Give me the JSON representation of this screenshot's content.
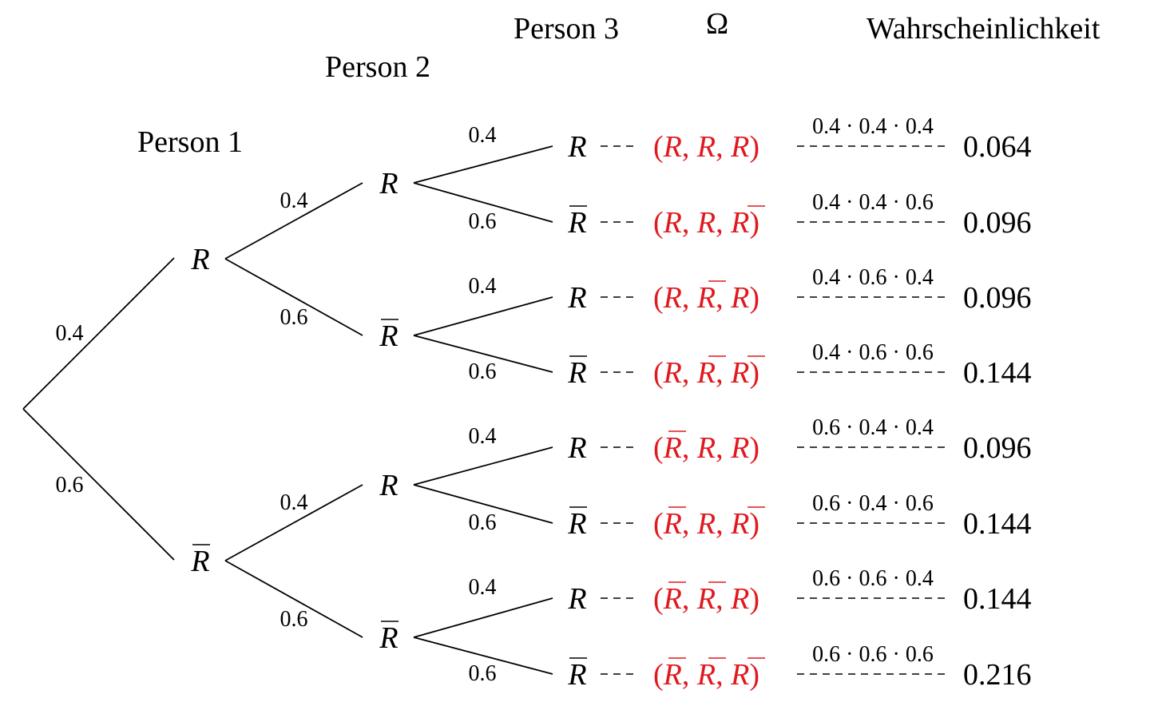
{
  "headers": {
    "person1": "Person 1",
    "person2": "Person 2",
    "person3": "Person 3",
    "omega": "Ω",
    "probability": "Wahrscheinlichkeit"
  },
  "node_symbol": "R",
  "level1": [
    {
      "label": "R",
      "bar": false,
      "edge_prob": "0.4"
    },
    {
      "label": "R",
      "bar": true,
      "edge_prob": "0.6"
    }
  ],
  "level2": [
    {
      "label": "R",
      "bar": false,
      "edge_prob": "0.4"
    },
    {
      "label": "R",
      "bar": true,
      "edge_prob": "0.6"
    },
    {
      "label": "R",
      "bar": false,
      "edge_prob": "0.4"
    },
    {
      "label": "R",
      "bar": true,
      "edge_prob": "0.6"
    }
  ],
  "leaves": [
    {
      "label": "R",
      "bar": false,
      "edge_prob": "0.4",
      "outcome": [
        false,
        false,
        false
      ],
      "calc": "0.4 · 0.4 · 0.4",
      "result": "0.064"
    },
    {
      "label": "R",
      "bar": true,
      "edge_prob": "0.6",
      "outcome": [
        false,
        false,
        true
      ],
      "calc": "0.4 · 0.4 · 0.6",
      "result": "0.096"
    },
    {
      "label": "R",
      "bar": false,
      "edge_prob": "0.4",
      "outcome": [
        false,
        true,
        false
      ],
      "calc": "0.4 · 0.6 · 0.4",
      "result": "0.096"
    },
    {
      "label": "R",
      "bar": true,
      "edge_prob": "0.6",
      "outcome": [
        false,
        true,
        true
      ],
      "calc": "0.4 · 0.6 · 0.6",
      "result": "0.144"
    },
    {
      "label": "R",
      "bar": false,
      "edge_prob": "0.4",
      "outcome": [
        true,
        false,
        false
      ],
      "calc": "0.6 · 0.4 · 0.4",
      "result": "0.096"
    },
    {
      "label": "R",
      "bar": true,
      "edge_prob": "0.6",
      "outcome": [
        true,
        false,
        true
      ],
      "calc": "0.6 · 0.4 · 0.6",
      "result": "0.144"
    },
    {
      "label": "R",
      "bar": false,
      "edge_prob": "0.4",
      "outcome": [
        true,
        true,
        false
      ],
      "calc": "0.6 · 0.6 · 0.4",
      "result": "0.144"
    },
    {
      "label": "R",
      "bar": true,
      "edge_prob": "0.6",
      "outcome": [
        true,
        true,
        true
      ],
      "calc": "0.6 · 0.6 · 0.6",
      "result": "0.216"
    }
  ],
  "colors": {
    "outcome": "#e0191f",
    "line": "#000000"
  }
}
